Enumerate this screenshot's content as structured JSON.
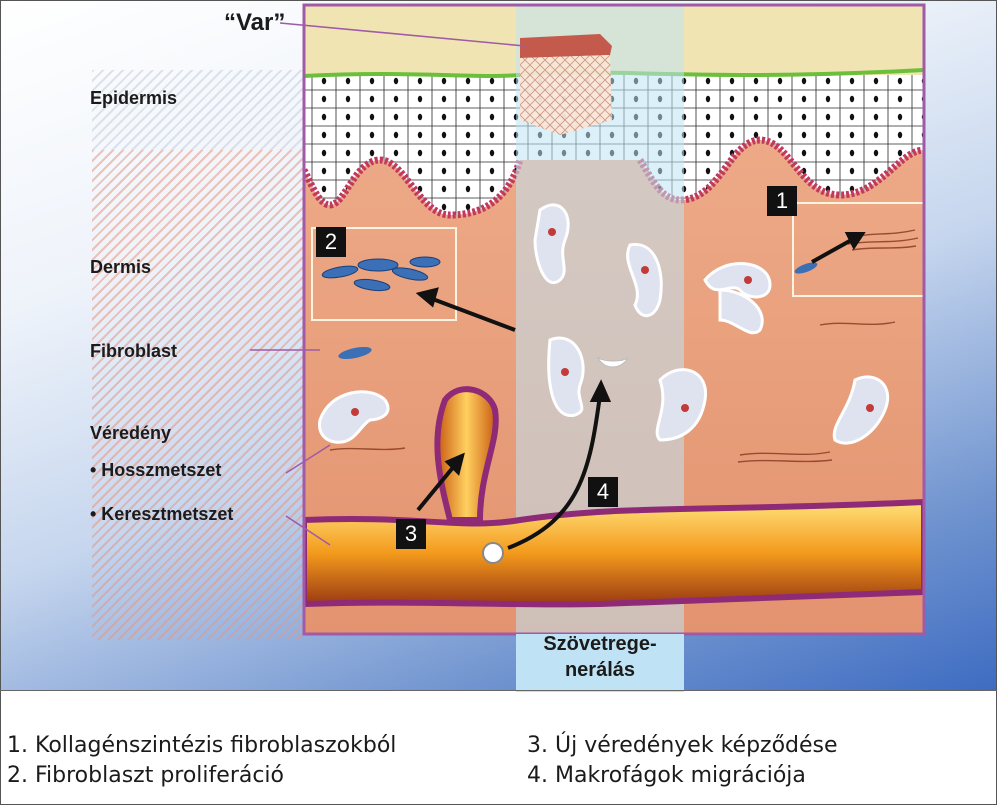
{
  "labels": {
    "scab": "“Var”",
    "epidermis": "Epidermis",
    "dermis": "Dermis",
    "fibroblast": "Fibroblast",
    "blood_vessel": "Véredény",
    "longitudinal_section": "• Hosszmetszet",
    "cross_section": "• Keresztmetszet"
  },
  "markers": [
    "1",
    "2",
    "3",
    "4"
  ],
  "tissue_regeneration": {
    "line1": "Szövetrege-",
    "line2": "nerálás"
  },
  "legend": [
    "1. Kollagénszintézis fibroblaszokból",
    "2. Fibroblaszt proliferáció",
    "3. Új véredények képződése",
    "4. Makrofágok migrációja"
  ],
  "colors": {
    "frame": "#a05aa8",
    "dermis": "#e8a07e",
    "epidermis_cells": "#ffffff",
    "keratin": "#f1e4b3",
    "membrane": "#c2385f",
    "vessel": "#f29b1e",
    "regeneration_band": "#bfe3f4",
    "arrow": "#111111"
  }
}
